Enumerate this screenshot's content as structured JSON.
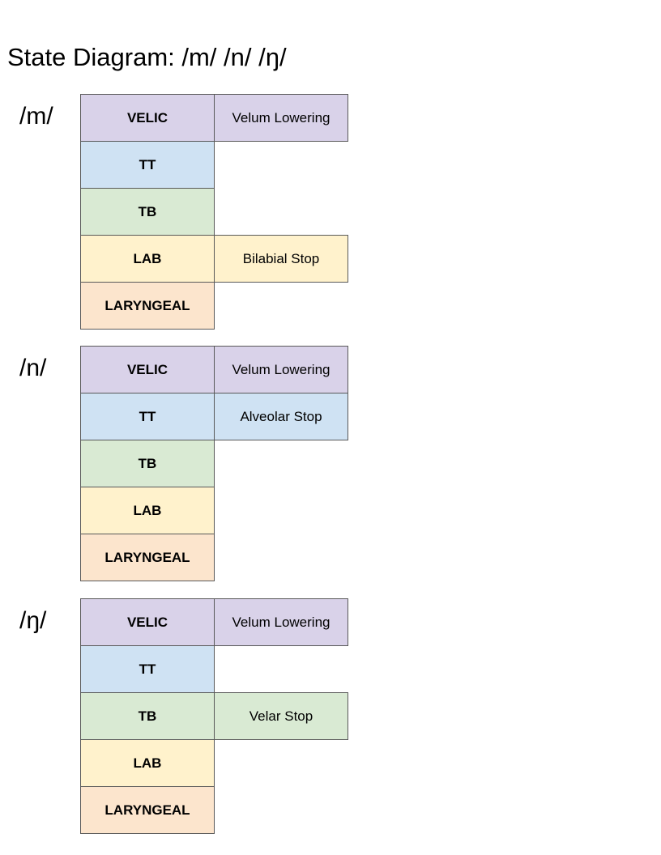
{
  "title": "State Diagram: /m/ /n/ /ŋ/",
  "colors": {
    "VELIC": "#d9d2e9",
    "TT": "#cfe2f3",
    "TB": "#d9ead3",
    "LAB": "#fff2cc",
    "LARYNGEAL": "#fce5cd",
    "border": "#595959"
  },
  "segments": [
    {
      "label": "/m/",
      "rows": [
        {
          "tier": "VELIC",
          "state": "Velum Lowering"
        },
        {
          "tier": "TT",
          "state": ""
        },
        {
          "tier": "TB",
          "state": ""
        },
        {
          "tier": "LAB",
          "state": "Bilabial Stop"
        },
        {
          "tier": "LARYNGEAL",
          "state": ""
        }
      ]
    },
    {
      "label": "/n/",
      "rows": [
        {
          "tier": "VELIC",
          "state": "Velum Lowering"
        },
        {
          "tier": "TT",
          "state": "Alveolar Stop"
        },
        {
          "tier": "TB",
          "state": ""
        },
        {
          "tier": "LAB",
          "state": ""
        },
        {
          "tier": "LARYNGEAL",
          "state": ""
        }
      ]
    },
    {
      "label": "/ŋ/",
      "rows": [
        {
          "tier": "VELIC",
          "state": "Velum Lowering"
        },
        {
          "tier": "TT",
          "state": ""
        },
        {
          "tier": "TB",
          "state": "Velar Stop"
        },
        {
          "tier": "LAB",
          "state": ""
        },
        {
          "tier": "LARYNGEAL",
          "state": ""
        }
      ]
    }
  ]
}
